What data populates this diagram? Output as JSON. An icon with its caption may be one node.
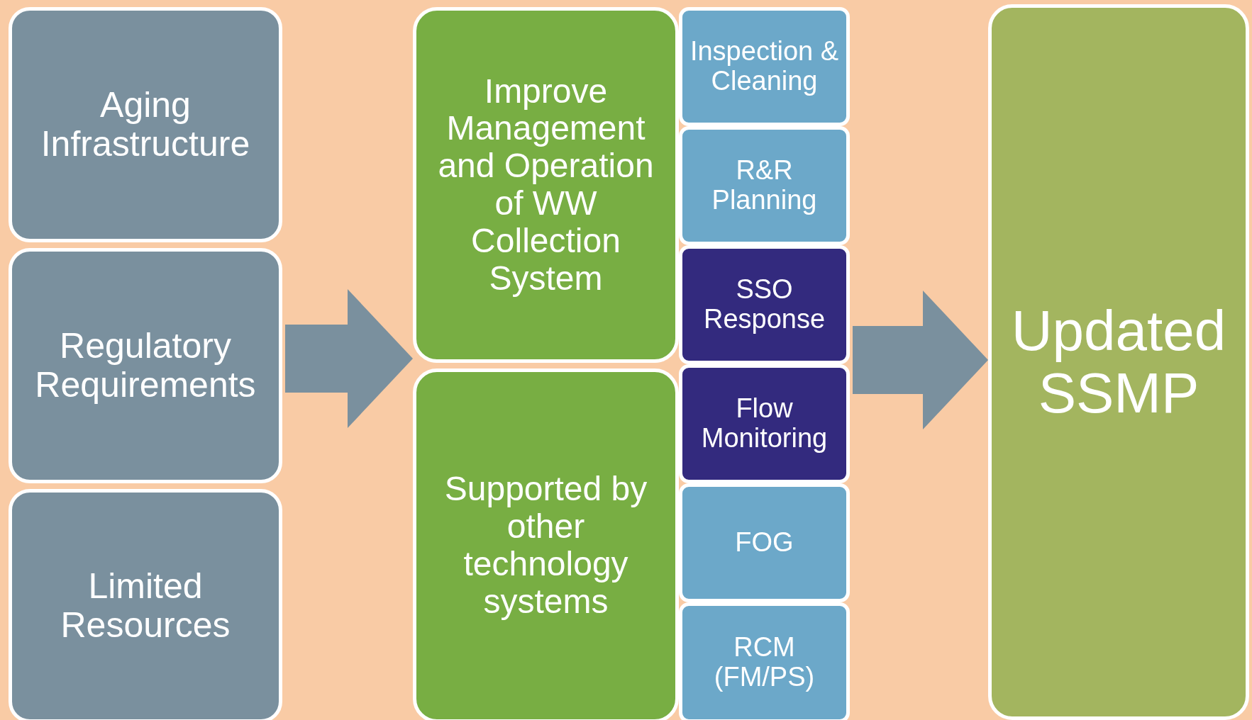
{
  "diagram": {
    "nodes": [
      {
        "text": [
          "Aging Infrastructure"
        ]
      },
      {
        "text": [
          "Regulatory Requirements"
        ]
      },
      {
        "text": [
          "Limited Resources"
        ]
      },
      {
        "text": [
          "Improve Management and Operation of WW Collection System"
        ]
      },
      {
        "text": [
          "Supported by other technology systems"
        ]
      },
      {
        "text": [
          "Inspection & Cleaning"
        ]
      },
      {
        "text": [
          "R&R Planning"
        ]
      },
      {
        "text": [
          "SSO Response"
        ]
      },
      {
        "text": [
          "Flow Monitoring"
        ]
      },
      {
        "text": [
          "FOG"
        ]
      },
      {
        "text": [
          "RCM (FM/PS)"
        ]
      },
      {
        "text": [
          "Updated SSMP"
        ]
      }
    ],
    "edges": [
      {
        "from": 1,
        "to": 3,
        "arrow": "to"
      },
      {
        "from": 7,
        "to": 11,
        "arrow": "to"
      }
    ]
  }
}
